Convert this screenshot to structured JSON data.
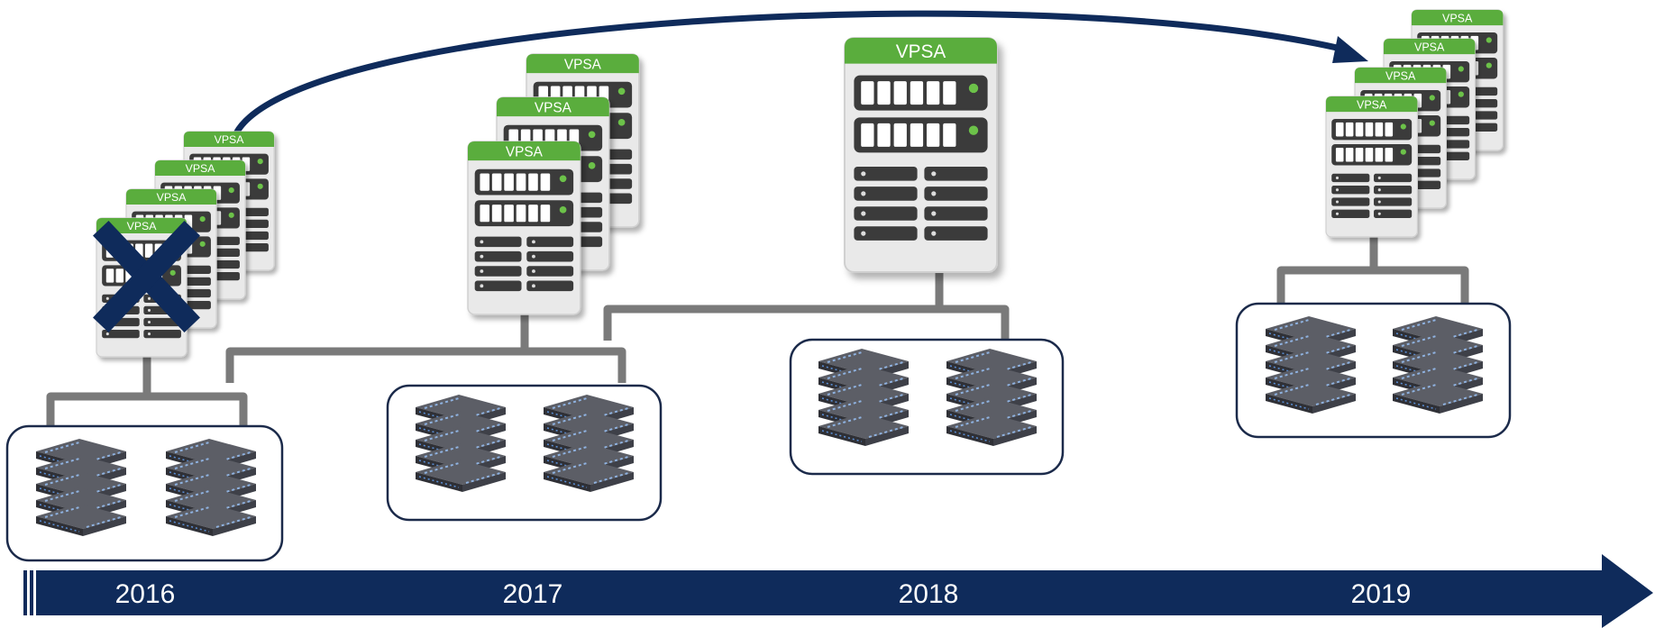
{
  "timeline": {
    "years": [
      "2016",
      "2017",
      "2018",
      "2019"
    ],
    "arrow_color": "#0f2b5b"
  },
  "node": {
    "label": "VPSA",
    "header_color": "#5aad3c",
    "body_color": "#e9e9e9",
    "module_color": "#3a3a3a",
    "led_color": "#6cc24a"
  },
  "groups": [
    {
      "year": "2016",
      "vpsa_count": 4,
      "server_stacks": 2,
      "failed_node": true
    },
    {
      "year": "2017",
      "vpsa_count": 3,
      "server_stacks": 2,
      "failed_node": false
    },
    {
      "year": "2018",
      "vpsa_count": 1,
      "server_stacks": 2,
      "failed_node": false
    },
    {
      "year": "2019",
      "vpsa_count": 4,
      "server_stacks": 2,
      "failed_node": false
    }
  ],
  "migration_arrow": {
    "from": "2016",
    "to": "2019"
  },
  "colors": {
    "bracket": "#7a7a7a",
    "box_border": "#1b2a4a",
    "x_mark": "#0f2b5b"
  }
}
